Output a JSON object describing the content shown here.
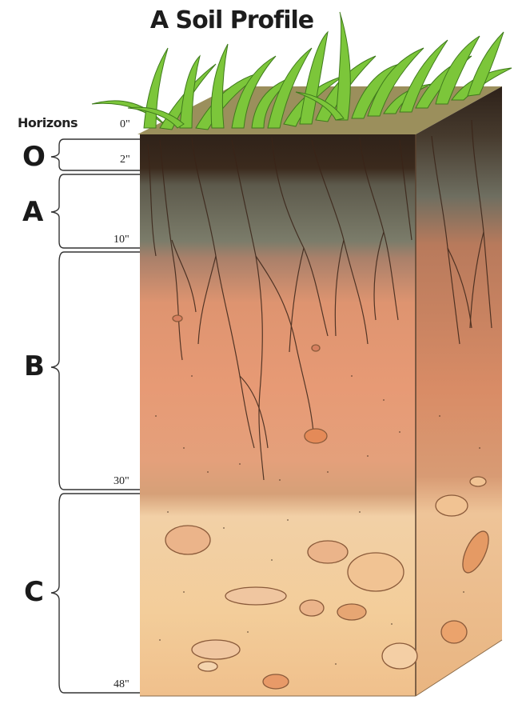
{
  "title": "A Soil Profile",
  "horizons_label": "Horizons",
  "horizons": [
    {
      "letter": "O",
      "top_depth": "0\"",
      "bottom_depth": "2\""
    },
    {
      "letter": "A",
      "top_depth": "2\"",
      "bottom_depth": "10\""
    },
    {
      "letter": "B",
      "top_depth": "10\"",
      "bottom_depth": "30\""
    },
    {
      "letter": "C",
      "top_depth": "30\"",
      "bottom_depth": "48\""
    }
  ],
  "depth_marks": [
    "0\"",
    "2\"",
    "10\"",
    "30\"",
    "48\""
  ],
  "colors": {
    "grass": "#7cc63a",
    "o_horizon": "#3b2a1d",
    "a_horizon": "#6b6a5b",
    "b_horizon": "#d98a63",
    "c_horizon": "#f0c99a"
  }
}
